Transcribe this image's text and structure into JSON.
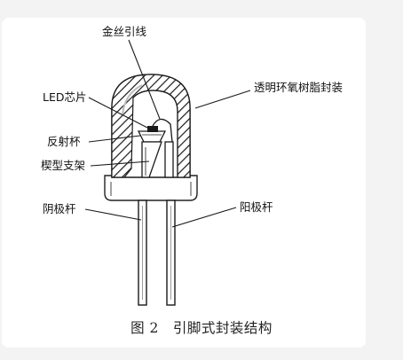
{
  "labels": {
    "gold_wire": "金丝引线",
    "led_chip": "LED芯片",
    "reflector_cup": "反射杯",
    "wedge_frame": "楔型支架",
    "cathode_rod": "阴极杆",
    "epoxy_encapsulation": "透明环氧树脂封装",
    "anode_rod": "阳极杆"
  },
  "caption": "图 2　引脚式封装结构"
}
